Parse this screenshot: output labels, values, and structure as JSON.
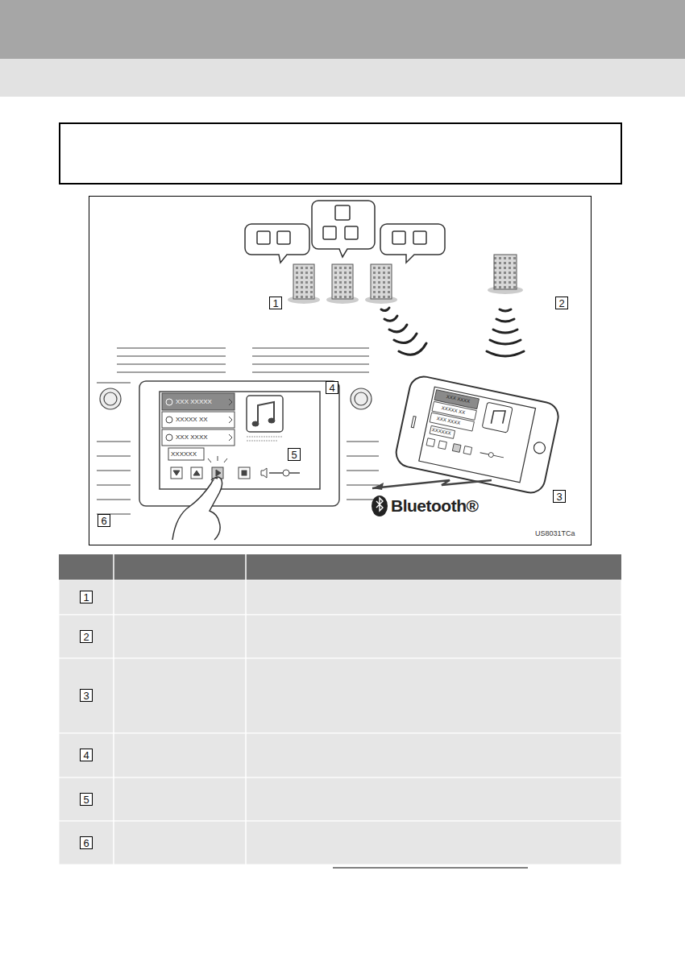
{
  "diagram": {
    "labels": [
      "1",
      "2",
      "3",
      "4",
      "5",
      "6",
      "XXX XXXXX",
      "XXXXX XX",
      "XXX XXXX",
      "XXXXXX",
      "XXX XXXX",
      "XXXXX XX",
      "XXX XXXX",
      "XXXXXX",
      "Bluetooth®",
      "US8031TCa",
      "1",
      "2",
      "3",
      "4",
      "5",
      "6"
    ]
  }
}
